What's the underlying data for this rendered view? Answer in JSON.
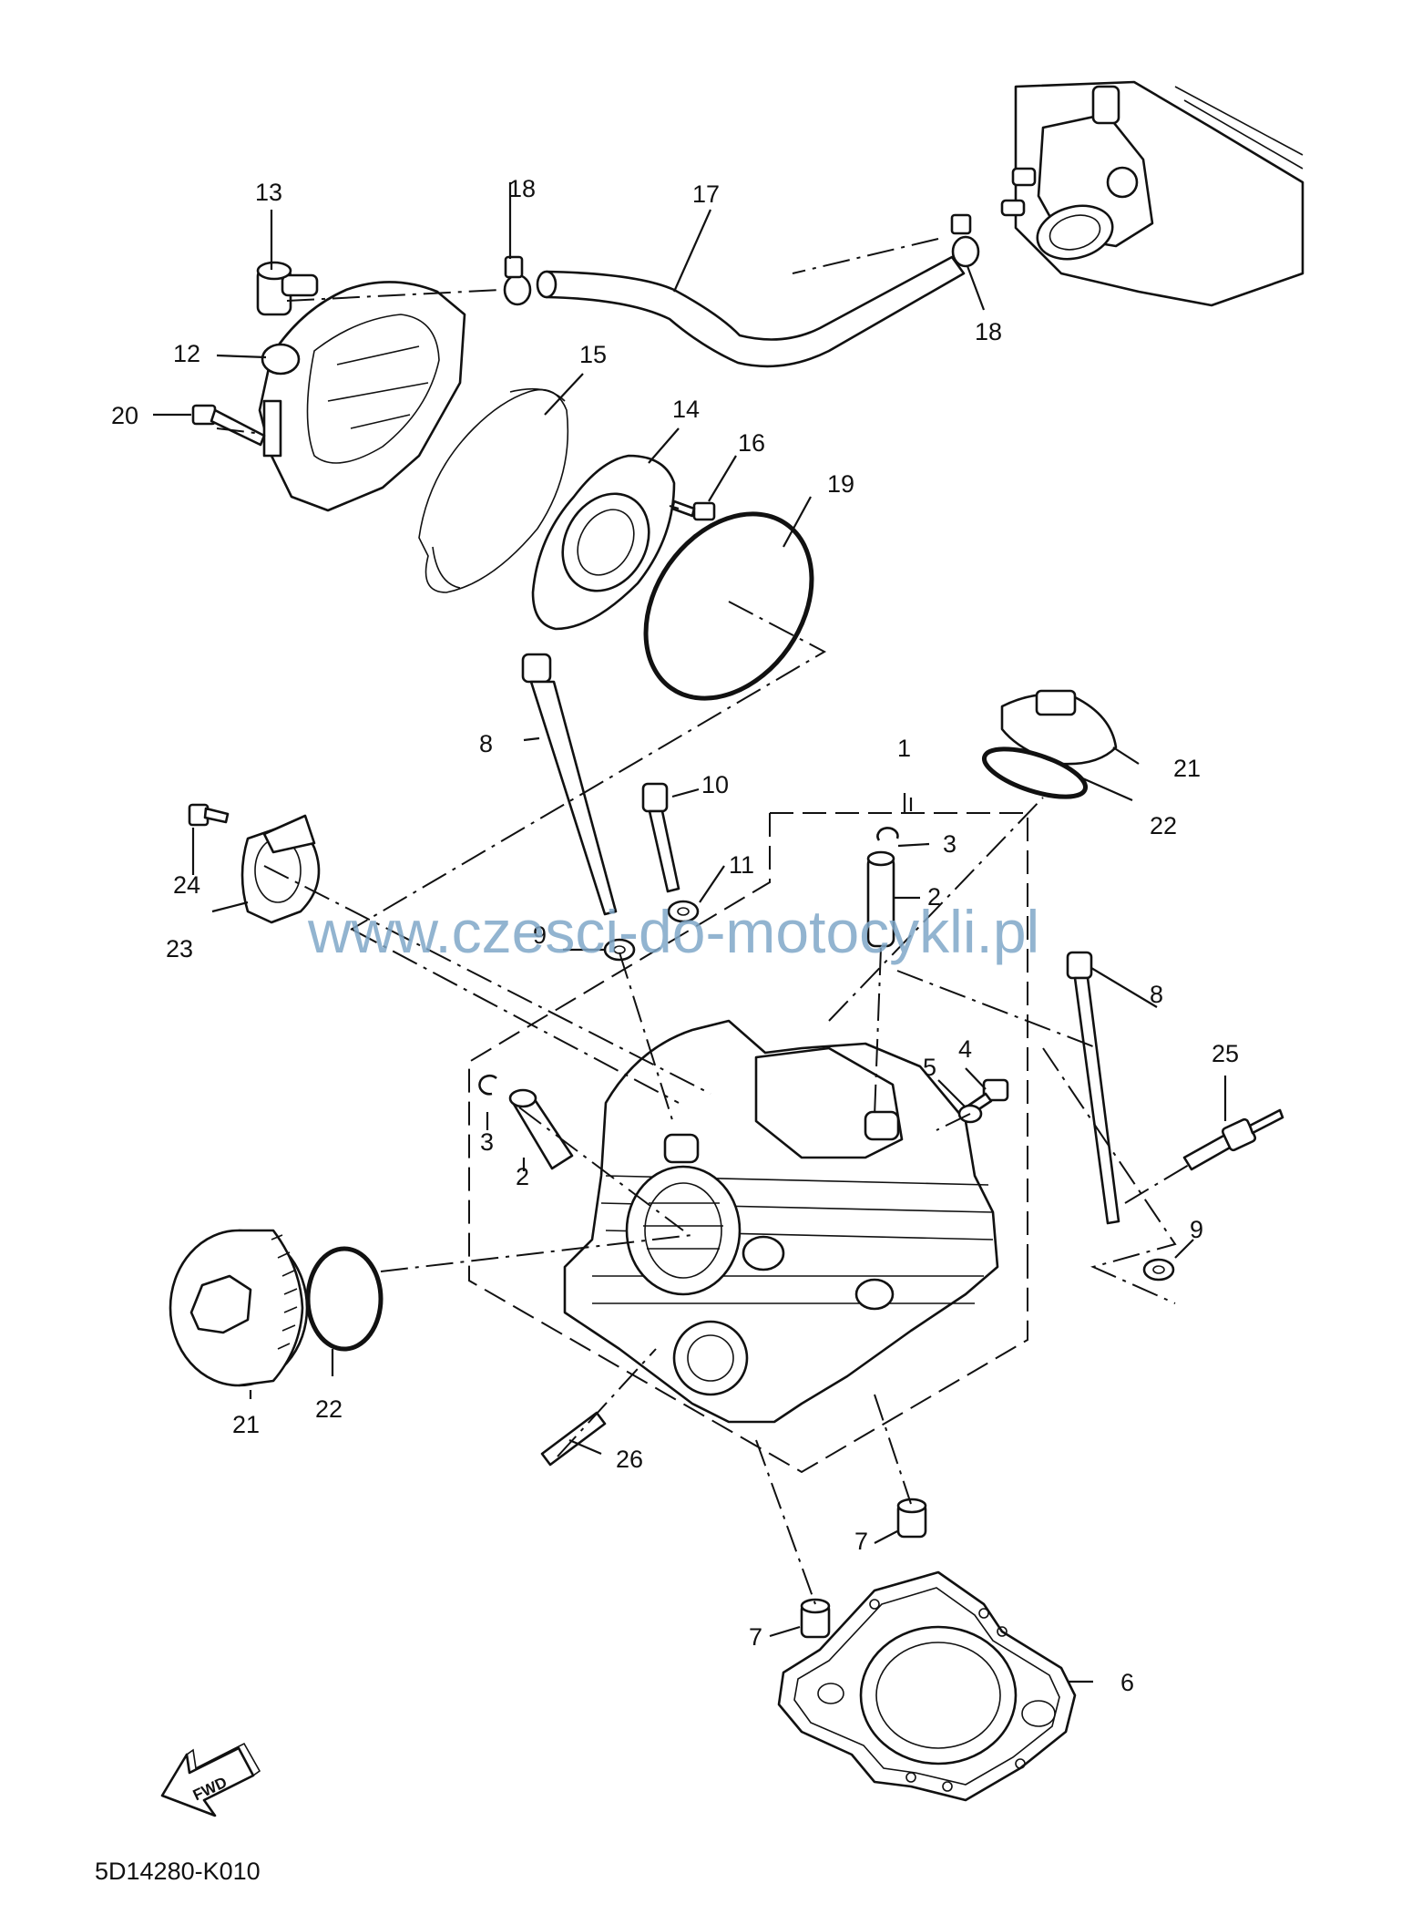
{
  "diagram": {
    "watermark": "www.czesci-do-motocykli.pl",
    "drawing_code": "5D14280-K010",
    "fwd_label": "FWD",
    "callouts": {
      "c1": "1",
      "c2a": "2",
      "c2b": "2",
      "c3a": "3",
      "c3b": "3",
      "c4": "4",
      "c5": "5",
      "c6": "6",
      "c7a": "7",
      "c7b": "7",
      "c8a": "8",
      "c8b": "8",
      "c9a": "9",
      "c9b": "9",
      "c10": "10",
      "c11": "11",
      "c12": "12",
      "c13": "13",
      "c14": "14",
      "c15": "15",
      "c16": "16",
      "c17": "17",
      "c18a": "18",
      "c18b": "18",
      "c19": "19",
      "c20": "20",
      "c21a": "21",
      "c21b": "21",
      "c22a": "22",
      "c22b": "22",
      "c23": "23",
      "c24": "24",
      "c25": "25",
      "c26": "26"
    }
  }
}
